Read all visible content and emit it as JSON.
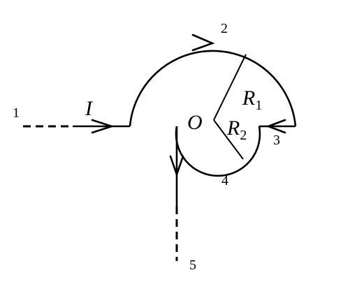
{
  "diagram": {
    "points": {
      "p1": "1",
      "p2": "2",
      "p3": "3",
      "p4": "4",
      "p5": "5"
    },
    "current_label": "I",
    "center_label": "O",
    "radius_large": {
      "symbol": "R",
      "subscript": "1"
    },
    "radius_small": {
      "symbol": "R",
      "subscript": "2"
    }
  }
}
